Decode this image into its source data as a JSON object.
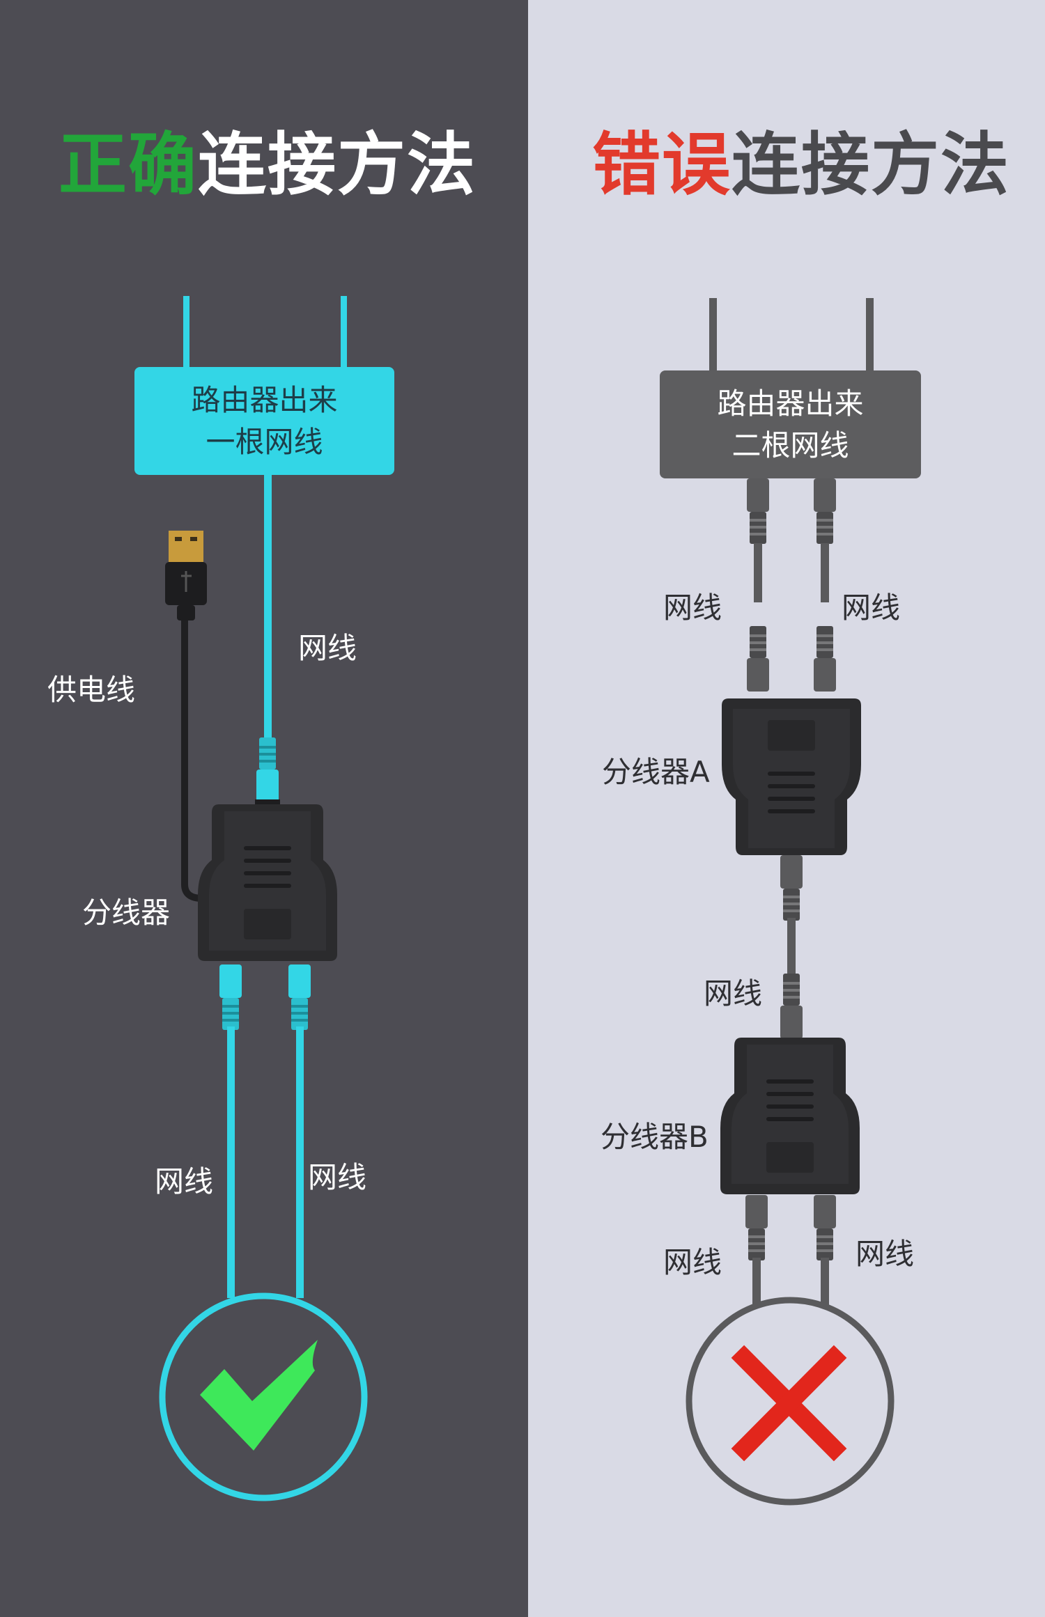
{
  "left": {
    "title": {
      "highlight": "正确",
      "rest": "连接方法"
    },
    "router": {
      "line1": "路由器出来",
      "line2": "一根网线"
    },
    "labels": {
      "power_cable": "供电线",
      "cable_top": "网线",
      "splitter": "分线器",
      "cable_bottom_left": "网线",
      "cable_bottom_right": "网线"
    },
    "verdict_icon": "check-icon"
  },
  "right": {
    "title": {
      "highlight": "错误",
      "rest": "连接方法"
    },
    "router": {
      "line1": "路由器出来",
      "line2": "二根网线"
    },
    "labels": {
      "cable_top_left": "网线",
      "cable_top_right": "网线",
      "splitter_a": "分线器A",
      "cable_middle": "网线",
      "splitter_b": "分线器B",
      "cable_bottom_left": "网线",
      "cable_bottom_right": "网线"
    },
    "verdict_icon": "cross-icon"
  },
  "colors": {
    "left_background": "#4d4c53",
    "right_background": "#d9dae5",
    "cyan_cable": "#33d6e6",
    "grey_cable": "#5a5a5c",
    "correct_green": "#22a63a",
    "wrong_red": "#e23a2c",
    "check_green": "#3ee85a"
  }
}
